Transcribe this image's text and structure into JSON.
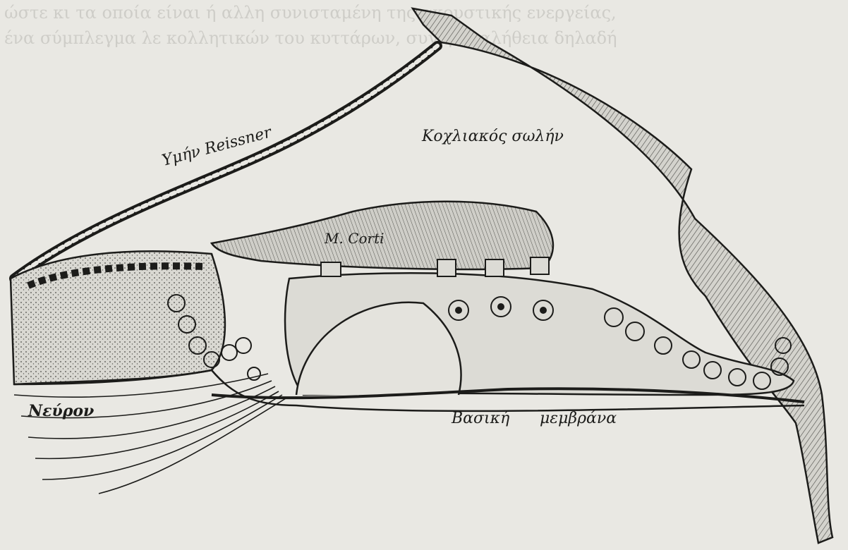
{
  "page": {
    "bleed_text": [
      "ώστε κι τα οποία είναι ή αλλη συνισταμένη της ακουστικής ενεργείας,",
      "ένα σύμπλεγμα λε κολλητικών του κυττάρων, συγκρ ή αλήθεια δηλαδή"
    ]
  },
  "diagram": {
    "labels": {
      "reissner": "Υμήν Reissner",
      "cochlear_duct": "Κοχλιακός σωλήν",
      "corti": "Μ. Corti",
      "nerve": "Νεύρον",
      "basilar_1": "Βασική",
      "basilar_2": "μεμβράνα"
    }
  },
  "colors": {
    "paper": "#e9e8e3",
    "ink": "#1c1c1a",
    "tissue": "#c9c8c2",
    "tissue_dark": "#a9a8a1"
  }
}
